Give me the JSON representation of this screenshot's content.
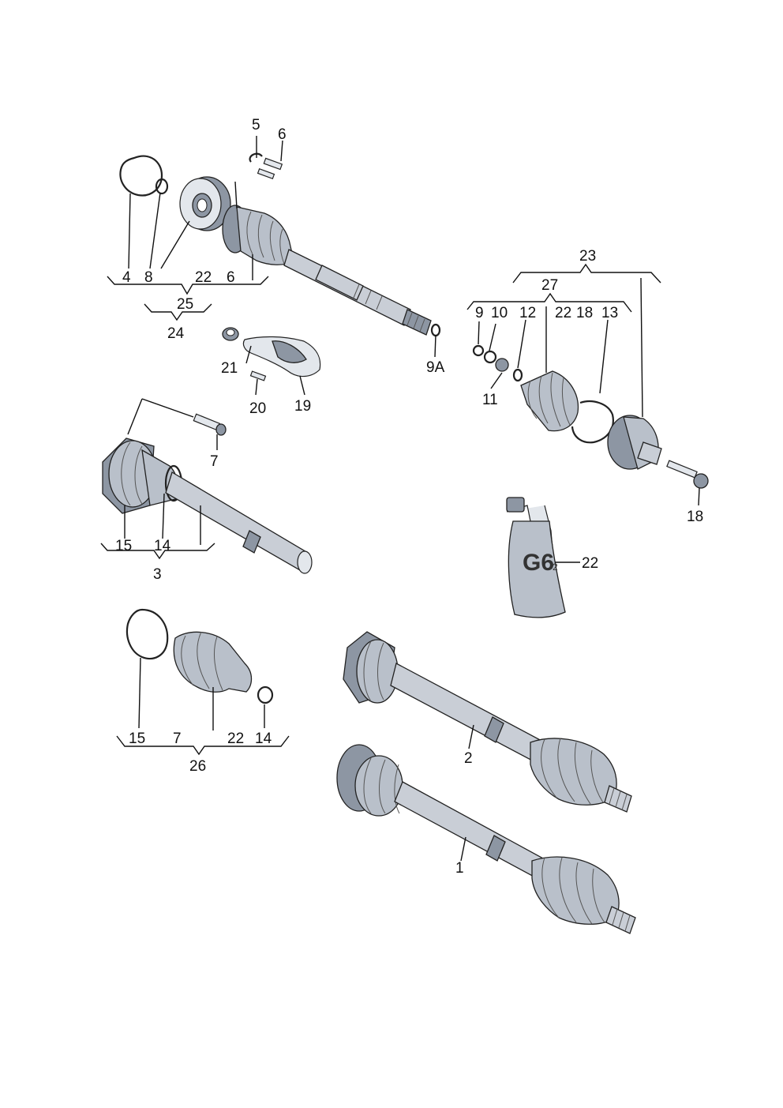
{
  "callouts": {
    "c1": "1",
    "c2": "2",
    "c3": "3",
    "c4": "4",
    "c5": "5",
    "c6a": "6",
    "c6b": "6",
    "c7a": "7",
    "c7b": "7",
    "c8": "8",
    "c9": "9",
    "c9a": "9A",
    "c10": "10",
    "c11": "11",
    "c12": "12",
    "c13": "13",
    "c14a": "14",
    "c14b": "14",
    "c15a": "15",
    "c15b": "15",
    "c18a": "18",
    "c18b": "18",
    "c19": "19",
    "c20": "20",
    "c21": "21",
    "c22a": "22",
    "c22b": "22",
    "c22c": "22",
    "c22d": "22",
    "c23": "23",
    "c24": "24",
    "c25": "25",
    "c26": "26",
    "c27": "27"
  },
  "grease_tube_marking": "G6",
  "grease_tube_suffix": "2"
}
